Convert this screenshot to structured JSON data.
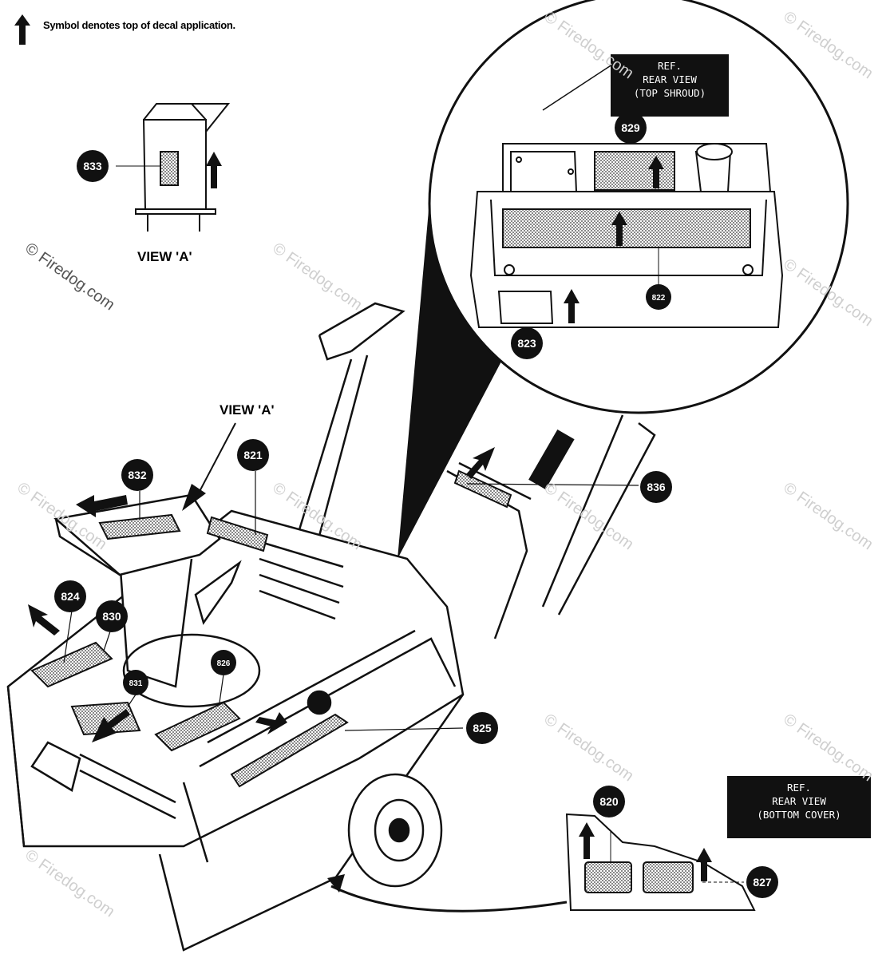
{
  "legend": {
    "text": "Symbol denotes top of decal application."
  },
  "view_a": {
    "label": "VIEW 'A'",
    "callout_label": "VIEW 'A'"
  },
  "top_ref": {
    "line1": "REF.",
    "line2": "REAR VIEW",
    "line3": "(TOP SHROUD)"
  },
  "bottom_ref": {
    "line1": "REF.",
    "line2": "REAR VIEW",
    "line3": "(BOTTOM COVER)"
  },
  "callouts": {
    "c833": "833",
    "c829": "829",
    "c822": "822",
    "c823": "823",
    "c832": "832",
    "c821": "821",
    "c836": "836",
    "c824": "824",
    "c830": "830",
    "c831": "831",
    "c826": "826",
    "c825": "825",
    "c820": "820",
    "c827": "827"
  },
  "watermark": "© Firedog.com",
  "colors": {
    "ink": "#111111",
    "paper": "#ffffff",
    "decal": "#bdbdbd",
    "watermark": "#cfcfcf"
  }
}
